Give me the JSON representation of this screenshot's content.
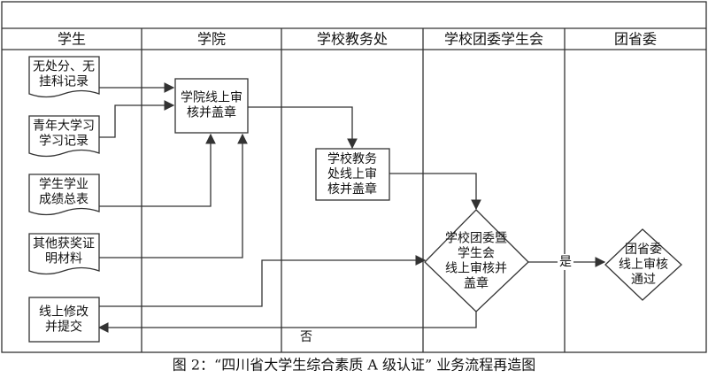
{
  "lanes": [
    "学生",
    "学院",
    "学校教务处",
    "学校团委学生会",
    "团省委"
  ],
  "nodes": {
    "doc_no_penalty": "无处分、无\n挂科记录",
    "doc_youth_study": "青年大学习\n学习记录",
    "doc_transcript": "学生学业\n成绩总表",
    "doc_awards": "其他获奖证\n明材料",
    "box_resubmit": "线上修改\n并提交",
    "box_college": "学院线上审\n核并盖章",
    "box_academic": "学校教务\n处线上审\n核并盖章",
    "dia_league": "学校团委暨\n学生会\n线上审核并\n盖章",
    "dia_province": "团省委\n线上审核\n通过"
  },
  "edge_labels": {
    "yes": "是",
    "no": "否"
  },
  "caption": "图 2：“四川省大学生综合素质 A 级认证” 业务流程再造图"
}
